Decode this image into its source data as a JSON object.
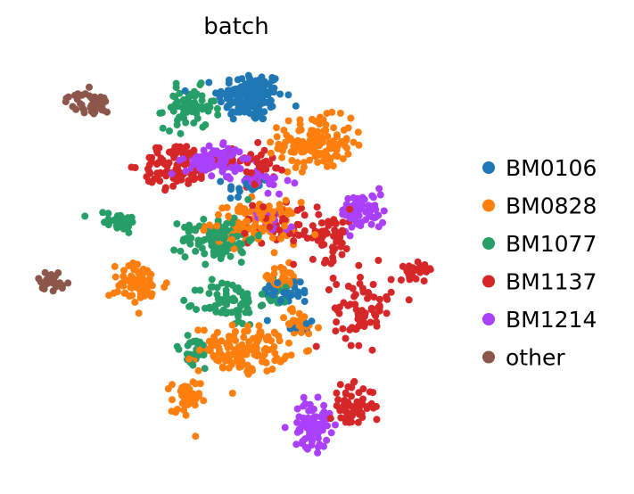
{
  "chart_data": {
    "type": "scatter",
    "title": "batch",
    "xlabel": "",
    "ylabel": "",
    "axes_visible": false,
    "grid": false,
    "legend_position": "right",
    "point_size": "small",
    "series": [
      {
        "name": "BM0106",
        "color": "#1f77b4",
        "clusters": [
          {
            "x": 0.04,
            "y": 0.8,
            "sx": 0.045,
            "sy": 0.055,
            "n": 150
          },
          {
            "x": 0.14,
            "y": -0.05,
            "sx": 0.035,
            "sy": 0.03,
            "n": 35
          },
          {
            "x": 0.03,
            "y": 0.4,
            "sx": 0.03,
            "sy": 0.03,
            "n": 15
          },
          {
            "x": 0.18,
            "y": -0.2,
            "sx": 0.02,
            "sy": 0.025,
            "n": 10
          }
        ]
      },
      {
        "name": "BM0828",
        "color": "#ff7f0e",
        "clusters": [
          {
            "x": 0.22,
            "y": 0.6,
            "sx": 0.05,
            "sy": 0.055,
            "n": 140
          },
          {
            "x": 0.05,
            "y": 0.25,
            "sx": 0.06,
            "sy": 0.045,
            "n": 110
          },
          {
            "x": -0.27,
            "y": -0.02,
            "sx": 0.04,
            "sy": 0.045,
            "n": 65
          },
          {
            "x": 0.02,
            "y": -0.3,
            "sx": 0.06,
            "sy": 0.05,
            "n": 130
          },
          {
            "x": -0.14,
            "y": -0.53,
            "sx": 0.02,
            "sy": 0.05,
            "n": 40
          },
          {
            "x": 0.12,
            "y": 0.0,
            "sx": 0.035,
            "sy": 0.035,
            "n": 30
          },
          {
            "x": 0.17,
            "y": -0.18,
            "sx": 0.03,
            "sy": 0.03,
            "n": 25
          }
        ]
      },
      {
        "name": "BM1077",
        "color": "#279e68",
        "clusters": [
          {
            "x": -0.13,
            "y": 0.75,
            "sx": 0.035,
            "sy": 0.045,
            "n": 70
          },
          {
            "x": -0.33,
            "y": 0.26,
            "sx": 0.035,
            "sy": 0.02,
            "n": 35
          },
          {
            "x": -0.05,
            "y": 0.18,
            "sx": 0.05,
            "sy": 0.05,
            "n": 100
          },
          {
            "x": -0.02,
            "y": -0.1,
            "sx": 0.04,
            "sy": 0.05,
            "n": 70
          },
          {
            "x": -0.12,
            "y": -0.32,
            "sx": 0.03,
            "sy": 0.04,
            "n": 25
          },
          {
            "x": 0.12,
            "y": -0.05,
            "sx": 0.03,
            "sy": 0.03,
            "n": 20
          }
        ]
      },
      {
        "name": "BM1137",
        "color": "#d62728",
        "clusters": [
          {
            "x": -0.17,
            "y": 0.5,
            "sx": 0.045,
            "sy": 0.05,
            "n": 90
          },
          {
            "x": 0.25,
            "y": 0.2,
            "sx": 0.045,
            "sy": 0.055,
            "n": 60
          },
          {
            "x": 0.35,
            "y": -0.12,
            "sx": 0.04,
            "sy": 0.08,
            "n": 70
          },
          {
            "x": 0.5,
            "y": 0.05,
            "sx": 0.025,
            "sy": 0.02,
            "n": 25
          },
          {
            "x": 0.32,
            "y": -0.55,
            "sx": 0.03,
            "sy": 0.045,
            "n": 60
          },
          {
            "x": 0.05,
            "y": 0.5,
            "sx": 0.05,
            "sy": 0.04,
            "n": 40
          },
          {
            "x": 0.1,
            "y": 0.25,
            "sx": 0.05,
            "sy": 0.05,
            "n": 40
          }
        ]
      },
      {
        "name": "BM1214",
        "color": "#aa40fc",
        "clusters": [
          {
            "x": -0.06,
            "y": 0.52,
            "sx": 0.04,
            "sy": 0.03,
            "n": 110
          },
          {
            "x": 0.35,
            "y": 0.3,
            "sx": 0.03,
            "sy": 0.04,
            "n": 70
          },
          {
            "x": 0.21,
            "y": -0.63,
            "sx": 0.025,
            "sy": 0.05,
            "n": 80
          },
          {
            "x": 0.06,
            "y": 0.45,
            "sx": 0.04,
            "sy": 0.03,
            "n": 25
          },
          {
            "x": 0.1,
            "y": 0.25,
            "sx": 0.03,
            "sy": 0.03,
            "n": 15
          }
        ]
      },
      {
        "name": "other",
        "color": "#8c564b",
        "clusters": [
          {
            "x": -0.41,
            "y": 0.77,
            "sx": 0.03,
            "sy": 0.025,
            "n": 40
          },
          {
            "x": -0.51,
            "y": 0.0,
            "sx": 0.02,
            "sy": 0.02,
            "n": 25
          }
        ]
      }
    ],
    "xlim": [
      -0.58,
      0.58
    ],
    "ylim": [
      -0.8,
      0.95
    ]
  }
}
